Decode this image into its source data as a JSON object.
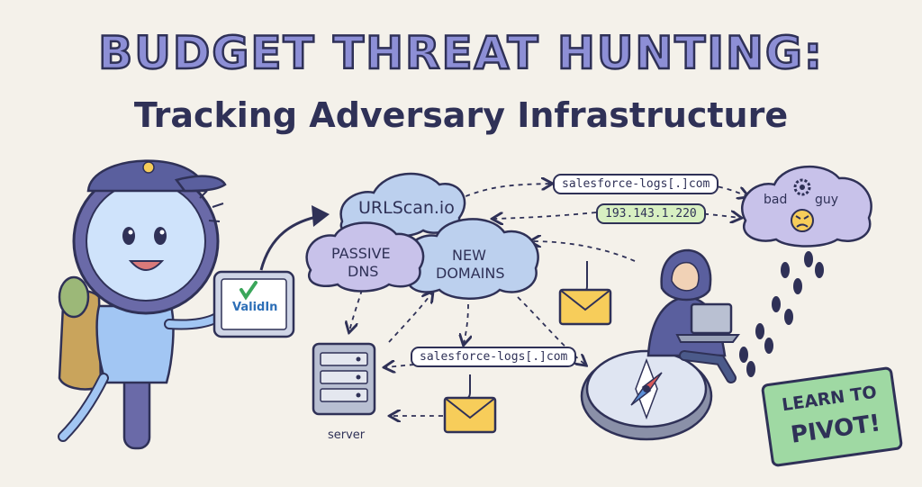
{
  "title": {
    "main": "BUDGET THREAT HUNTING:",
    "subtitle": "Tracking Adversary Infrastructure"
  },
  "clouds": {
    "urlscan": "URLScan.io",
    "passive_dns_line1": "PASSIVE",
    "passive_dns_line2": "DNS",
    "new_domains_line1": "NEW",
    "new_domains_line2": "DOMAINS",
    "bad_guy_left": "bad",
    "bad_guy_right": "guy"
  },
  "tags": {
    "domain_top": "salesforce-logs[.]com",
    "ip_address": "193.143.1.220",
    "domain_bottom": "salesforce-logs[.]com"
  },
  "tablet": {
    "brand": "ValidIn"
  },
  "server": {
    "label": "server"
  },
  "sign": {
    "line1": "LEARN TO",
    "line2": "PIVOT!"
  },
  "colors": {
    "background": "#f4f1ea",
    "ink": "#2f3157",
    "cloud_blue": "#bcd0ee",
    "cloud_purple": "#c8c2ea",
    "tag_green": "#d8f0c2",
    "sign_green": "#9fd9a3",
    "envelope": "#f7cd5a",
    "magnifier": "#a2c6f3"
  },
  "icons": [
    "magnifying-glass-mascot-icon",
    "tablet-icon",
    "server-icon",
    "envelope-hook-icon",
    "compass-icon",
    "hacker-icon",
    "laptop-icon",
    "footprints-icon",
    "gear-icon",
    "angry-face-icon",
    "arrow-icon",
    "sign-icon"
  ]
}
